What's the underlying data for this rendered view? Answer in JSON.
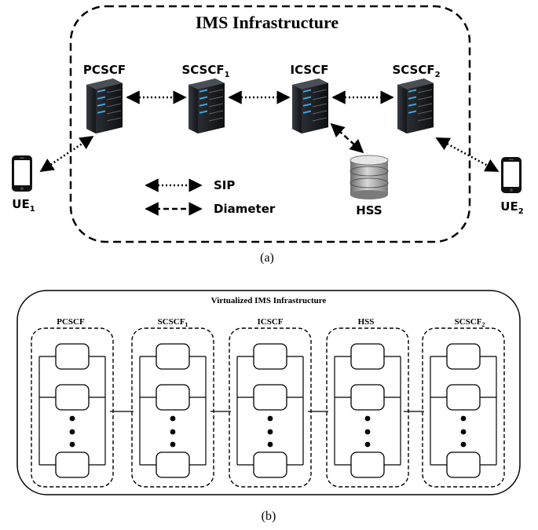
{
  "diagram_a": {
    "title": "IMS Infrastructure",
    "caption": "(a)",
    "nodes": {
      "pcscf": "PCSCF",
      "scscf1": {
        "base": "SCSCF",
        "sub": "1"
      },
      "icscf": "ICSCF",
      "scscf2": {
        "base": "SCSCF",
        "sub": "2"
      },
      "hss": "HSS",
      "ue1": {
        "base": "UE",
        "sub": "1"
      },
      "ue2": {
        "base": "UE",
        "sub": "2"
      }
    },
    "legend": {
      "sip": "SIP",
      "diameter": "Diameter"
    }
  },
  "diagram_b": {
    "title": "Virtualized IMS Infrastructure",
    "caption": "(b)",
    "clusters": {
      "pcscf": "PCSCF",
      "scscf1": {
        "base": "SCSCF",
        "sub": "1"
      },
      "icscf": "ICSCF",
      "hss": "HSS",
      "scscf2": {
        "base": "SCSCF",
        "sub": "2"
      }
    }
  },
  "colors": {
    "line": "#000000",
    "server_body": "#23262b",
    "server_led": "#3fa7e0",
    "hss_disk": "#9c9c9c"
  }
}
